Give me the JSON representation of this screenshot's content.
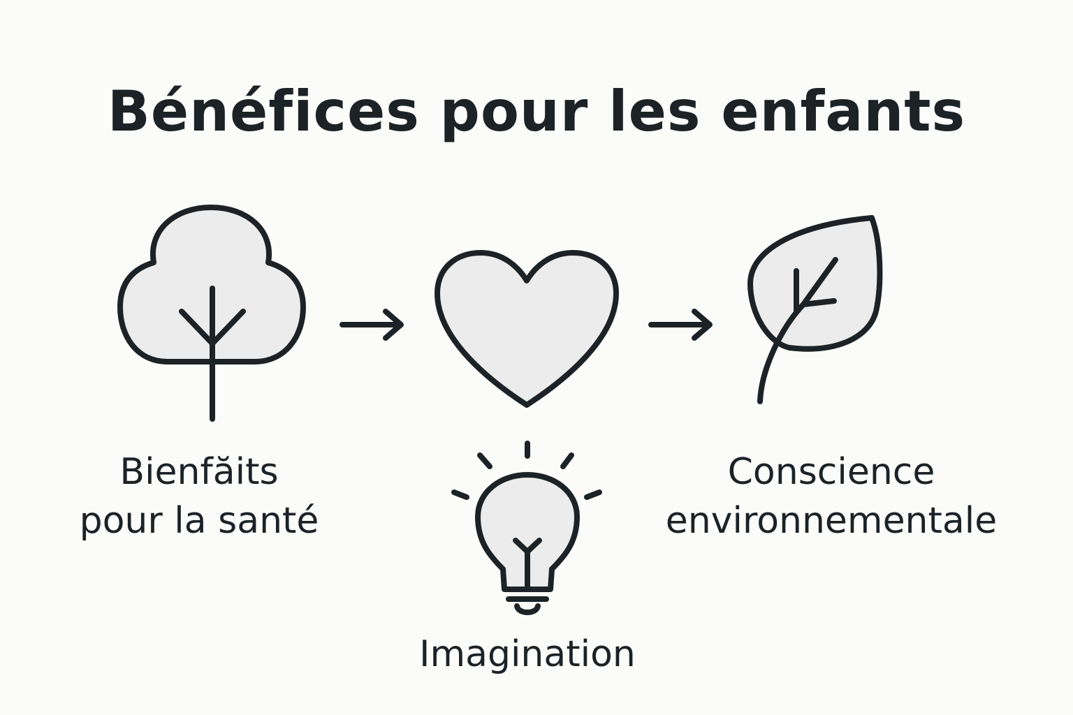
{
  "title": "Bénéfices pour les enfants",
  "items": [
    {
      "icon": "tree-icon",
      "label_lines": [
        "Bienfăits",
        "pour la santé"
      ]
    },
    {
      "icon": "heart-icon",
      "label_lines": []
    },
    {
      "icon": "leaf-icon",
      "label_lines": [
        "Conscience",
        "environnementale"
      ]
    },
    {
      "icon": "lightbulb-icon",
      "label_lines": [
        "Imagination"
      ]
    }
  ],
  "connectors": [
    "arrow-right-icon",
    "arrow-right-icon"
  ],
  "colors": {
    "background": "#fbfbf9",
    "stroke": "#1c2226",
    "icon_fill": "#ececec"
  }
}
